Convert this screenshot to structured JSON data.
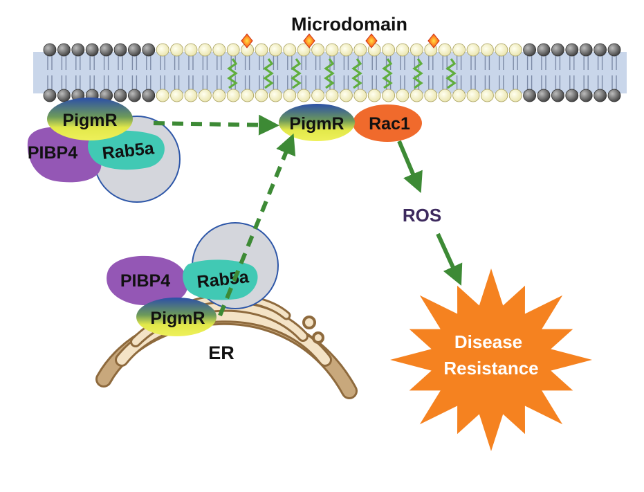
{
  "title": "Microdomain",
  "labels": {
    "pigmr": "PigmR",
    "pibp4": "PIBP4",
    "rab5a": "Rab5a",
    "rac1": "Rac1",
    "ros": "ROS",
    "er": "ER",
    "outcome_line1": "Disease",
    "outcome_line2": "Resistance"
  },
  "colors": {
    "membrane_band": "#c9d6ea",
    "lipid_dark": "#6d6d6d",
    "lipid_light": "#fdf9cf",
    "arrow_green": "#3d8a35",
    "pibp4_purple": "#9457b5",
    "rab5a_teal": "#41c9b4",
    "vesicle_grey": "#d4d6dc",
    "rac1_orange": "#f06a2c",
    "burst_orange": "#f58220",
    "er_tan": "#c8a87c",
    "ros_text": "#3d2a5e"
  }
}
